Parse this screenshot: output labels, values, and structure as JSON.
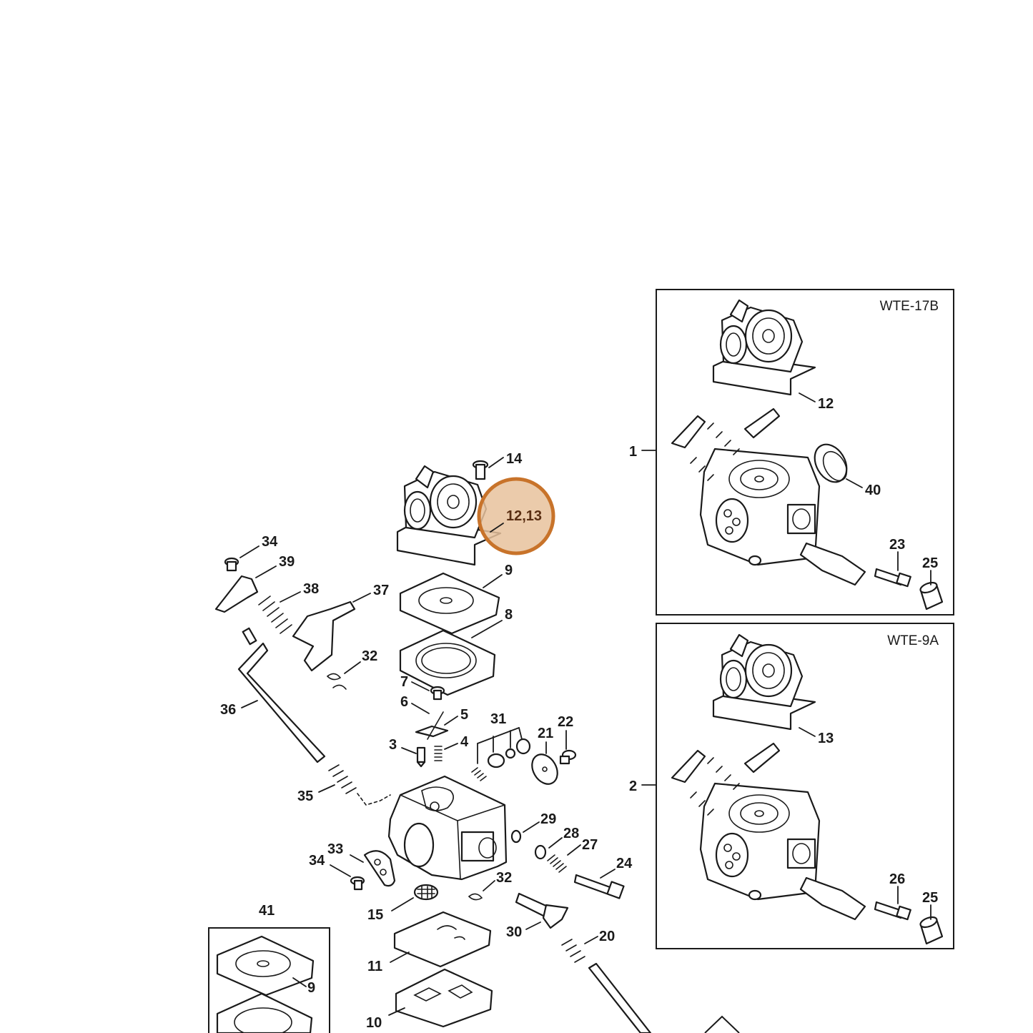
{
  "diagram": {
    "labels": {
      "p14": "14",
      "p12_13": "12,13",
      "p9": "9",
      "p8": "8",
      "p34a": "34",
      "p39": "39",
      "p38": "38",
      "p37": "37",
      "p32a": "32",
      "p36": "36",
      "p7": "7",
      "p6": "6",
      "p5": "5",
      "p3": "3",
      "p4": "4",
      "p31": "31",
      "p21": "21",
      "p22": "22",
      "p35": "35",
      "p29": "29",
      "p28": "28",
      "p27": "27",
      "p24": "24",
      "p33": "33",
      "p34b": "34",
      "p32b": "32",
      "p15": "15",
      "p30": "30",
      "p20": "20",
      "p11": "11",
      "p10": "10",
      "p41": "41",
      "p9b": "9"
    },
    "box_top": {
      "title": "WTE-17B",
      "callout": "1",
      "labels": {
        "p12": "12",
        "p40": "40",
        "p23": "23",
        "p25": "25"
      }
    },
    "box_bottom": {
      "title": "WTE-9A",
      "callout": "2",
      "labels": {
        "p13": "13",
        "p26": "26",
        "p25": "25"
      }
    },
    "highlight": {
      "label": "12,13",
      "fill": "#e8c29c",
      "stroke": "#c8732a"
    }
  }
}
